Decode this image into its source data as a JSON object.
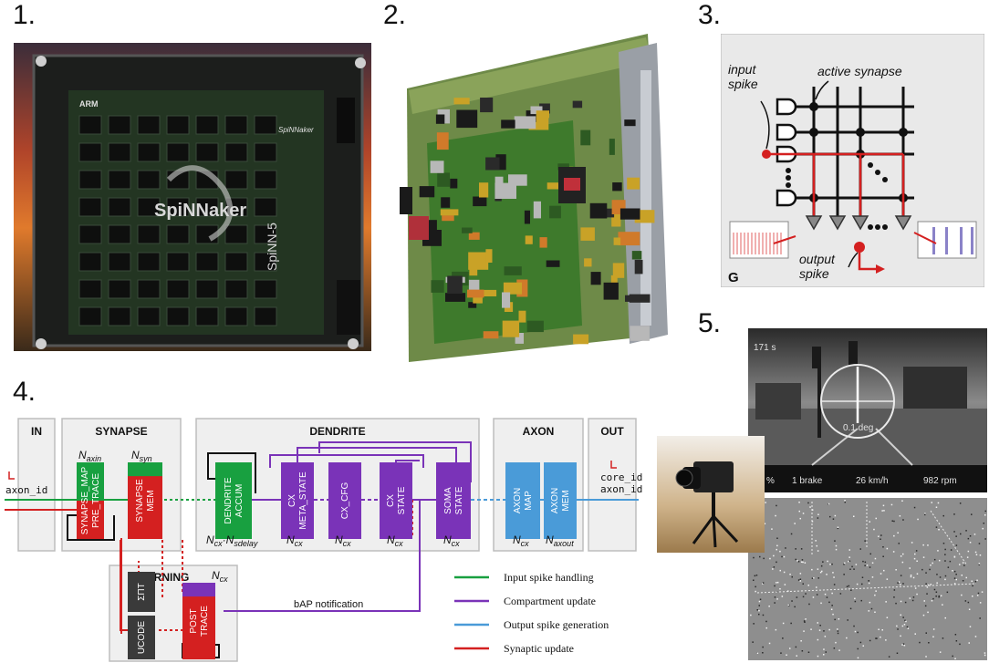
{
  "panels": {
    "p1": {
      "number": "1.",
      "board_logo": "SpiNNaker",
      "board_label": "SpiNN-5",
      "chip_logo": "ARM",
      "small_logo": "SpiNNaker"
    },
    "p2": {
      "number": "2."
    },
    "p3": {
      "number": "3.",
      "labels": {
        "input_spike": "input\nspike",
        "active_synapse": "active synapse",
        "output_spike": "output\nspike",
        "corner": "G"
      },
      "colors": {
        "signal": "#d42020",
        "grid": "#111111",
        "background": "#e9e9e9"
      }
    },
    "p4": {
      "number": "4.",
      "sections": {
        "in": "IN",
        "synapse": "SYNAPSE",
        "dendrite": "DENDRITE",
        "axon": "AXON",
        "out": "OUT",
        "learning": "LEARNING"
      },
      "blocks": {
        "synapse_map": "SYNAPSE_MAP\nPRE_TRACE",
        "synapse_mem": "SYNAPSE\nMEM",
        "dendrite_accum": "DENDRITE\nACCUM",
        "cx_meta": "CX\nMETA_STATE",
        "cx_cfg": "CX_CFG",
        "cx_state": "CX\nSTATE",
        "soma_state": "SOMA\nSTATE",
        "axon_map": "AXON\nMAP",
        "axon_mem": "AXON\nMEM",
        "post_trace": "POST\nTRACE",
        "ucode": "UCODE",
        "sum": "ΣΠT"
      },
      "math": {
        "n_axin": "N",
        "n_axin_sub": "axin",
        "n_syn": "N",
        "n_syn_sub": "syn",
        "n_cx": "N",
        "n_cx_sub": "cx",
        "n_sdelay_sub": "sdelay",
        "n_axout_sub": "axout",
        "dot": "·"
      },
      "io": {
        "axon_id_in": "axon_id",
        "core_id": "core_id",
        "axon_id_out": "axon_id",
        "bap": "bAP notification"
      },
      "legend": [
        {
          "label": "Input spike handling",
          "color": "#18a040"
        },
        {
          "label": "Compartment update",
          "color": "#7a33b8"
        },
        {
          "label": "Output spike generation",
          "color": "#4a9bd8"
        },
        {
          "label": "Synaptic update",
          "color": "#d42020"
        }
      ]
    },
    "p5": {
      "number": "5.",
      "hud": {
        "time": "171 s",
        "percent": "%",
        "brake": "1 brake",
        "speed": "26 km/h",
        "rpm": "982 rpm",
        "angle": "0.1 deg"
      }
    }
  }
}
